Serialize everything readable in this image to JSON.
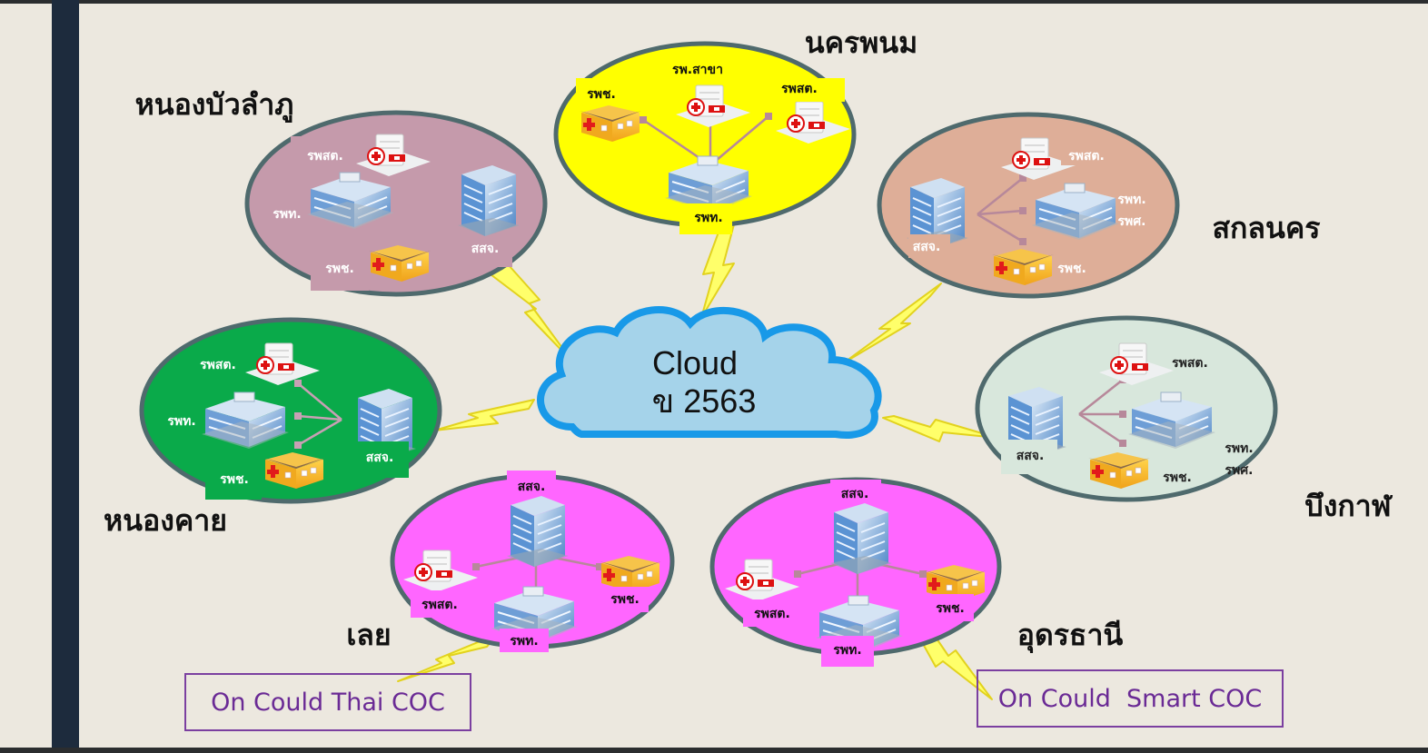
{
  "cloud": {
    "line1": "Cloud",
    "line2": "ข 2563"
  },
  "regions": {
    "nakhon_phanom": {
      "name": "นครพนม",
      "labels": [
        "รพ.สาขา",
        "รพช.",
        "รพสต.",
        "รพท."
      ]
    },
    "nong_bua_lamphu": {
      "name": "หนองบัวลำภู",
      "labels": [
        "รพสต.",
        "รพท.",
        "สสจ.",
        "รพช."
      ]
    },
    "sakon_nakhon": {
      "name": "สกลนคร",
      "labels": [
        "รพสต.",
        "รพท.",
        "รพศ.",
        "สสจ.",
        "รพช."
      ]
    },
    "nong_khai": {
      "name": "หนองคาย",
      "labels": [
        "รพสต.",
        "รพท.",
        "สสจ.",
        "รพช."
      ]
    },
    "bueng_kan": {
      "name": "บึงกาฬ",
      "labels": [
        "รพสต.",
        "สสจ.",
        "รพช.",
        "รพท.",
        "รพศ."
      ]
    },
    "loei": {
      "name": "เลย",
      "labels": [
        "สสจ.",
        "รพสต.",
        "รพช.",
        "รพท."
      ]
    },
    "udon_thani": {
      "name": "อุดรธานี",
      "labels": [
        "สสจ.",
        "รพสต.",
        "รพช.",
        "รพท."
      ]
    }
  },
  "callouts": {
    "thai_coc": "On Could Thai COC",
    "smart_coc": "On Could  Smart COC"
  },
  "colors": {
    "nakhon_phanom": "#ffff00",
    "nong_bua_lamphu": "#c59aab",
    "sakon_nakhon": "#deae98",
    "nong_khai": "#0aaa4a",
    "bueng_kan": "#d8e7dc",
    "loei": "#ff66ff",
    "udon_thani": "#ff66ff",
    "cloud": "#a5d3ea",
    "cloud_border": "#1899e8",
    "ellipse_border": "#4f6a6d",
    "bolt": "#ffff66",
    "callout_border": "#7b3fa0"
  },
  "icons": [
    "hospital-building-icon",
    "health-station-icon",
    "office-building-icon",
    "community-hospital-icon",
    "lightning-bolt-icon",
    "cloud-icon"
  ]
}
